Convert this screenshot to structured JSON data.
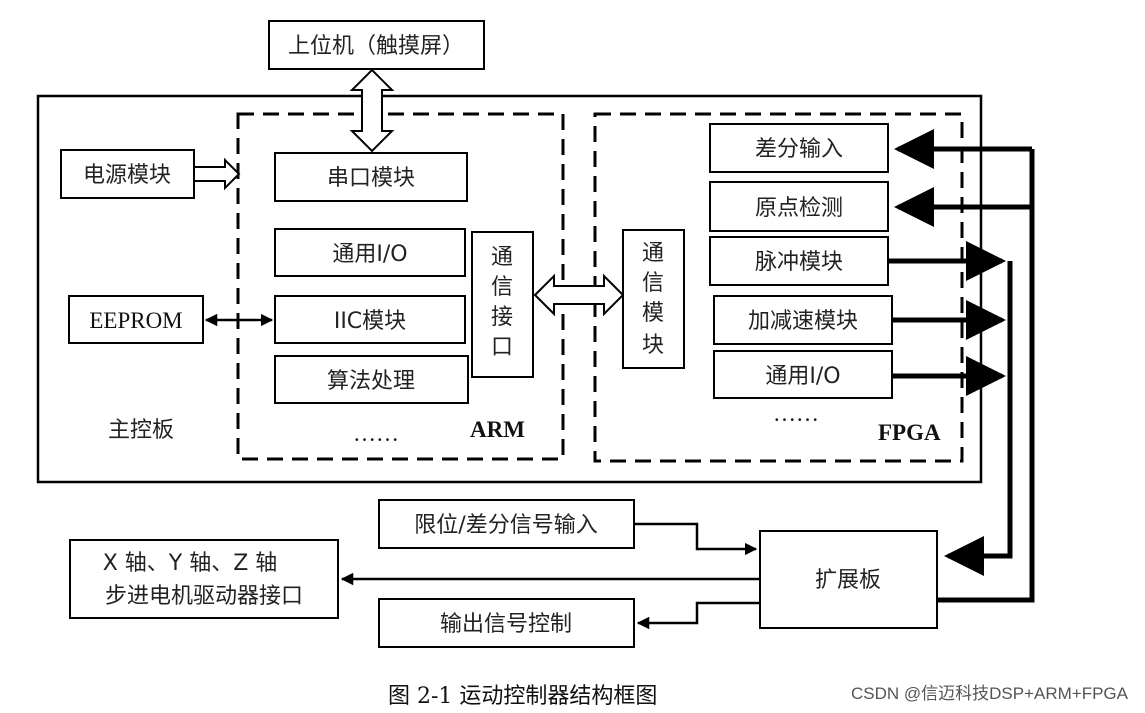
{
  "diagram": {
    "host": "上位机（触摸屏）",
    "main_board_label": "主控板",
    "power_module": "电源模块",
    "eeprom": "EEPROM",
    "arm": {
      "label": "ARM",
      "modules": [
        "串口模块",
        "通用I/O",
        "IIC模块",
        "算法处理"
      ],
      "comm_interface": [
        "通",
        "信",
        "接",
        "口"
      ],
      "ellipsis": "……"
    },
    "fpga": {
      "label": "FPGA",
      "modules": [
        "差分输入",
        "原点检测",
        "脉冲模块",
        "加减速模块",
        "通用I/O"
      ],
      "comm_module": [
        "通",
        "信",
        "模",
        "块"
      ],
      "ellipsis": "……"
    },
    "expansion_board": "扩展板",
    "limit_input": "限位/差分信号输入",
    "output_control": "输出信号控制",
    "motor_interface": [
      "X 轴、Y 轴、Z 轴",
      "步进电机驱动器接口"
    ]
  },
  "caption": "图 2-1  运动控制器结构框图",
  "watermark": "CSDN @信迈科技DSP+ARM+FPGA",
  "colors": {
    "line": "#000000",
    "text": "#222222",
    "background": "#ffffff"
  }
}
